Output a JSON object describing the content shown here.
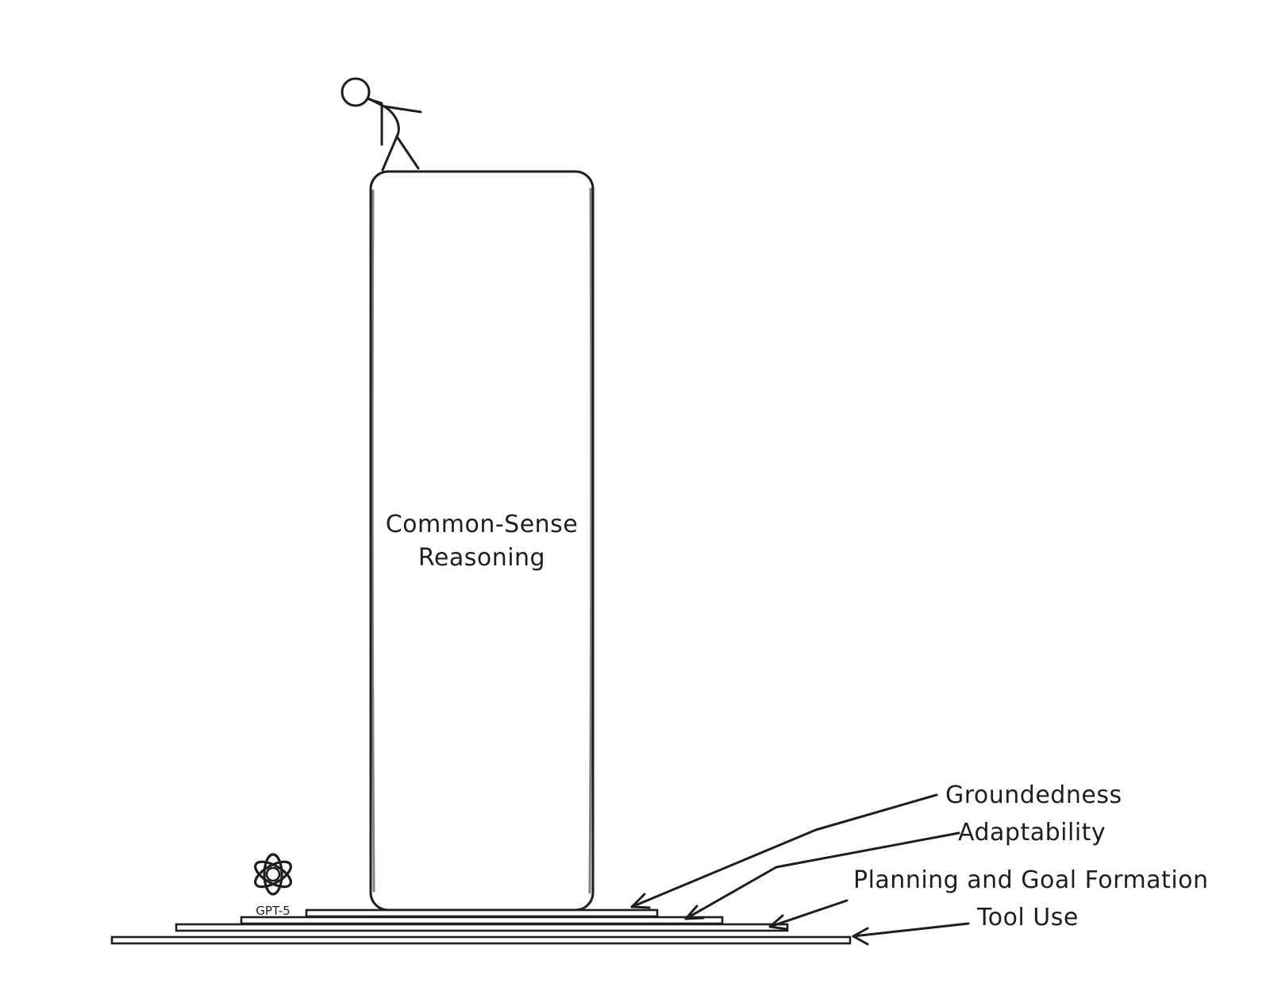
{
  "tower": {
    "label_line1": "Common-Sense",
    "label_line2": "Reasoning"
  },
  "logo": {
    "icon": "openai-logo-icon",
    "caption": "GPT-5"
  },
  "layers": [
    {
      "label": "Groundedness"
    },
    {
      "label": "Adaptability"
    },
    {
      "label": "Planning and Goal Formation"
    },
    {
      "label": "Tool Use"
    }
  ],
  "colors": {
    "ink": "#1e1e1e",
    "paper": "#ffffff"
  }
}
